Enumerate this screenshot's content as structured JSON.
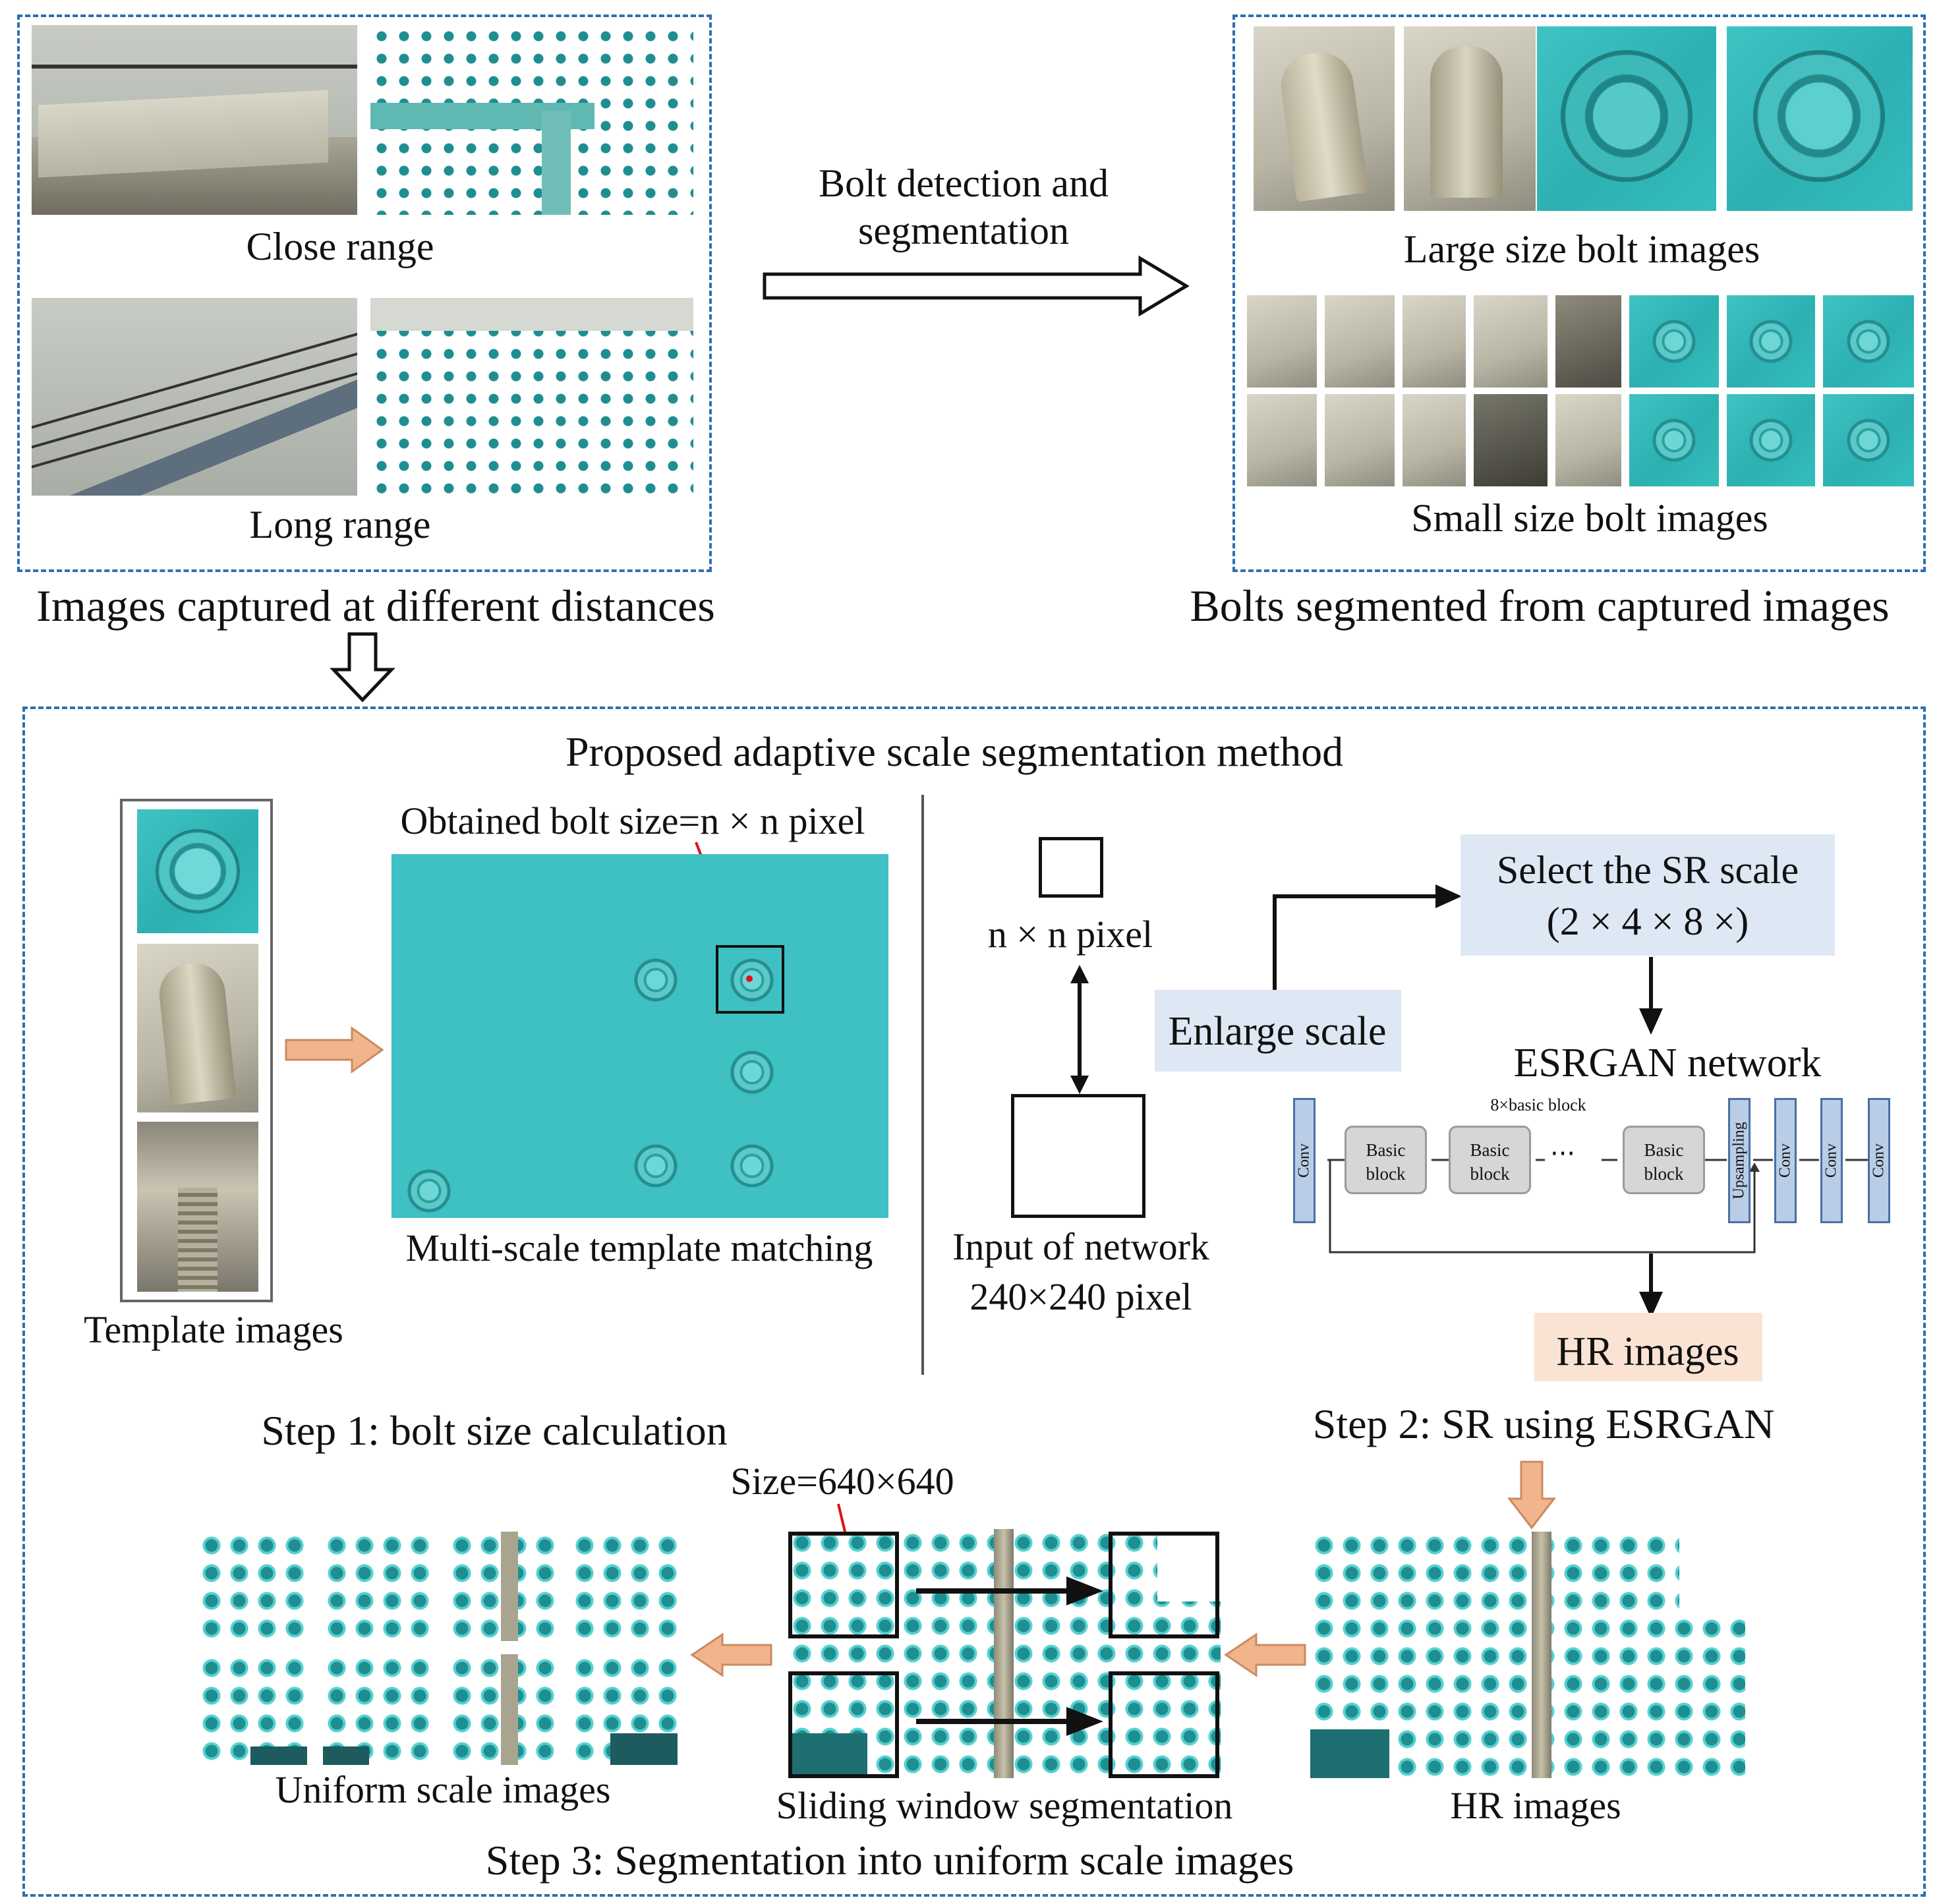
{
  "top_left": {
    "close_caption": "Close range",
    "long_caption": "Long range",
    "panel_title": "Images captured at different distances"
  },
  "arrow_label": {
    "line1": "Bolt detection and",
    "line2": "segmentation"
  },
  "top_right": {
    "large_caption": "Large size bolt images",
    "small_caption": "Small size bolt images",
    "panel_title": "Bolts segmented from captured images"
  },
  "method": {
    "title": "Proposed adaptive scale segmentation method",
    "step1": {
      "obtained_size": "Obtained bolt size=n × n pixel",
      "template_caption": "Template images",
      "matching_caption": "Multi-scale template matching",
      "label": "Step 1: bolt size calculation"
    },
    "step2": {
      "nn_label": "n × n pixel",
      "input_label_1": "Input of network",
      "input_label_2": "240×240 pixel",
      "enlarge": "Enlarge scale",
      "sr_scale_1": "Select the SR scale",
      "sr_scale_2": "(2 × 4 × 8 ×)",
      "network_title": "ESRGAN network",
      "basic_count": "8×basic block",
      "conv": "Conv",
      "basic_block_1": "Basic",
      "basic_block_2": "block",
      "dots": "···",
      "upsampling": "Upsampling",
      "hr_images": "HR images",
      "label": "Step 2: SR using ESRGAN"
    },
    "step3": {
      "size_label": "Size=640×640",
      "uniform_caption": "Uniform scale images",
      "sliding_caption": "Sliding window segmentation",
      "hr_caption": "HR images",
      "label": "Step 3: Segmentation into uniform scale images"
    }
  },
  "colors": {
    "dashed_border": "#2e6fb0",
    "teal": "#35bdbd",
    "orange_arrow": "#f2b48c",
    "light_blue_box": "#dde8f4",
    "peach_box": "#fbe3d3"
  }
}
